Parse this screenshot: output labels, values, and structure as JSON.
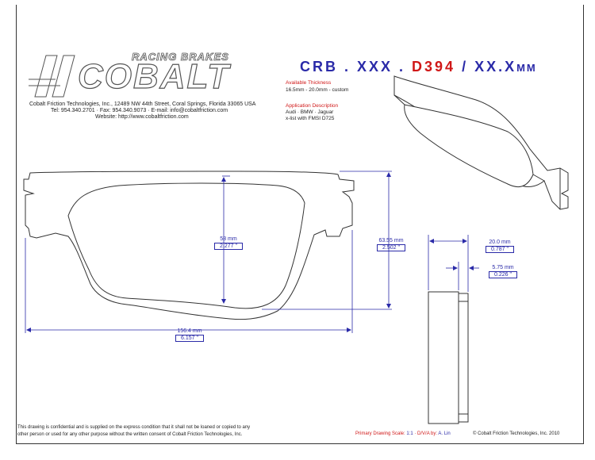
{
  "brand": {
    "tagline": "RACING BRAKES",
    "name": "COBALT",
    "company_line": "Cobalt Friction Technologies, Inc., 12489 NW 44th Street, Coral Springs, Florida 33065 USA",
    "contact_line": "Tel: 954.340.2701  ·  Fax: 954.340.9073  ·  E-mail: info@cobaltfriction.com",
    "website_line": "Website: http://www.cobaltfriction.com"
  },
  "part_number": {
    "prefix": "CRB . XXX . ",
    "code": "D394",
    "suffix": " / XX.X",
    "unit": "MM"
  },
  "specs": {
    "thickness_title": "Available Thickness",
    "thickness_value": "16.5mm - 20.0mm - custom",
    "application_title": "Application Description",
    "application_line1": "Audi · BMW · Jaguar",
    "application_line2": "x-list with FMSI D725"
  },
  "dimensions": {
    "height_inner_mm": "58 mm",
    "height_inner_in": "2.277 \"",
    "height_outer_mm": "63.55 mm",
    "height_outer_in": "2.502 \"",
    "width_mm": "156.4 mm",
    "width_in": "6.157 \"",
    "thickness_mm": "20.0 mm",
    "thickness_in": "0.787 \"",
    "backing_mm": "5.75 mm",
    "backing_in": "0.226 \""
  },
  "footer": {
    "disclaimer_line1": "This drawing is confidential and is supplied on the express condition that it shall not be loaned or copied to any",
    "disclaimer_line2": "other person or used for any other purpose without the written consent of Cobalt Friction Technologies, Inc.",
    "scale_label": "Primary Drawing Scale:",
    "scale_value": "1:1",
    "drawn_label": "D/V/A by:",
    "drawn_value": "A. Lin",
    "copyright": "© Cobalt Friction Technologies, Inc. 2010"
  },
  "colors": {
    "dimension_blue": "#2a2aa8",
    "accent_red": "#d01818",
    "outline": "#333333"
  }
}
